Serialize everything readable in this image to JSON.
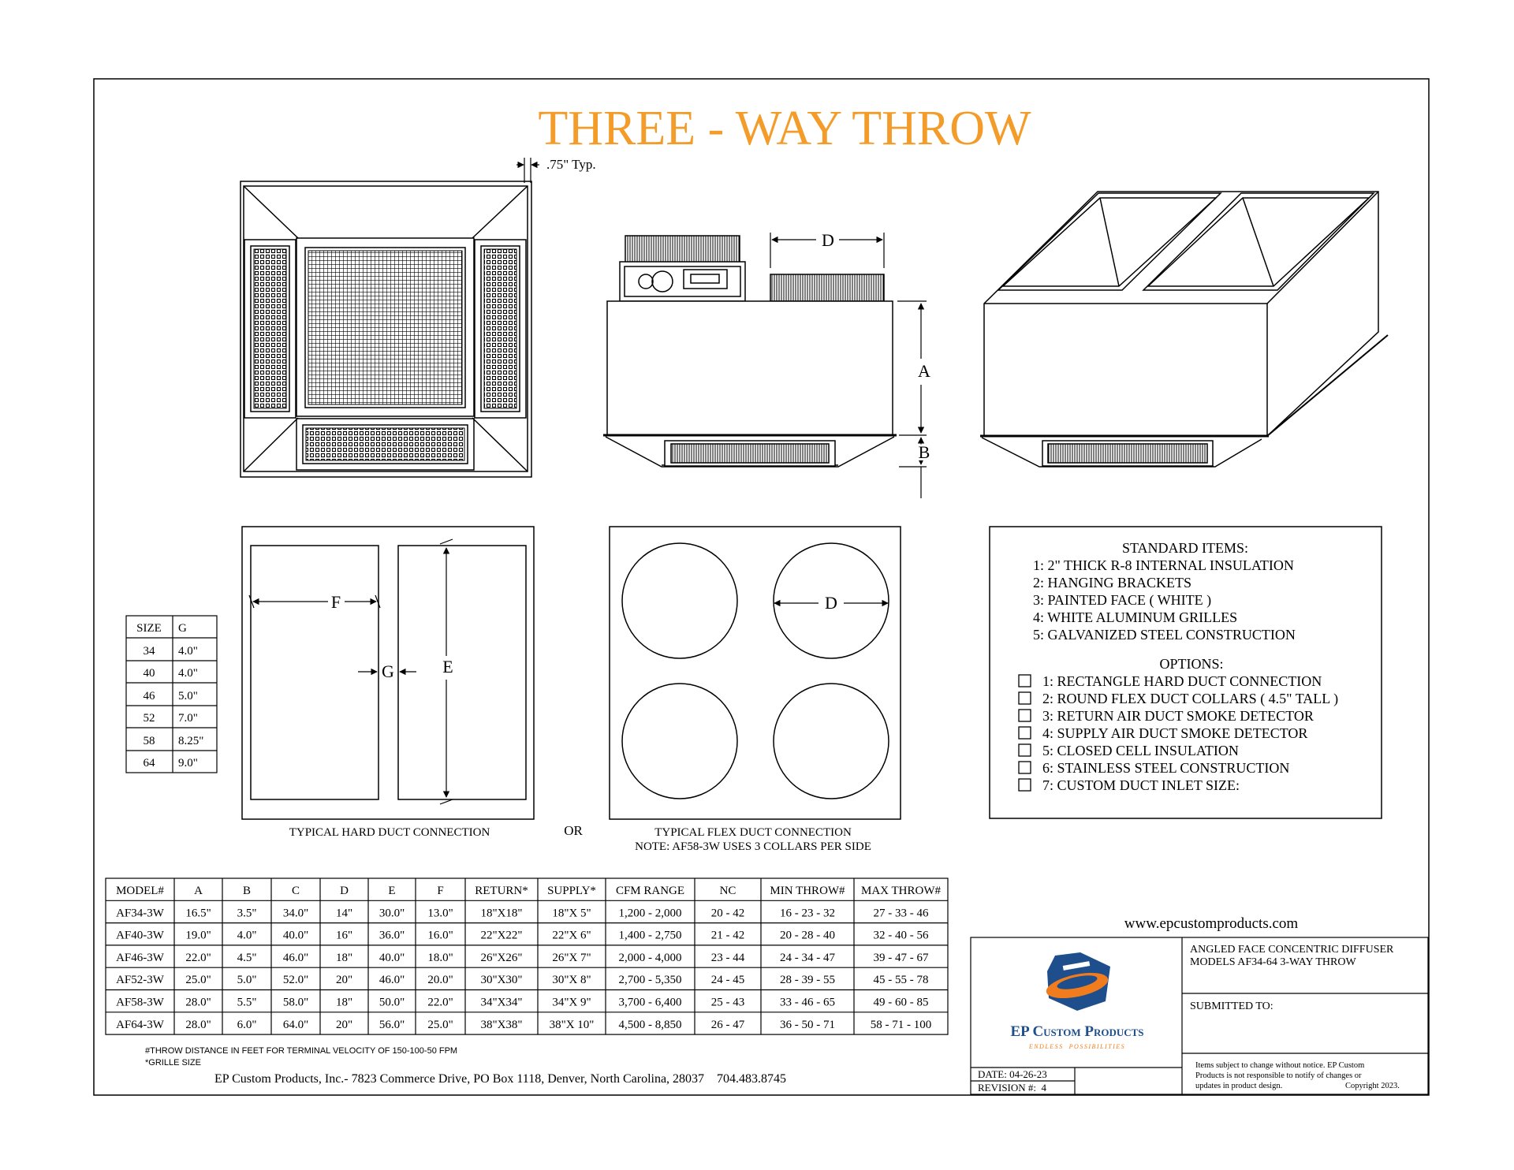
{
  "title": "THREE - WAY THROW",
  "typ_note": ".75\" Typ.",
  "dim_labels": {
    "a": "A",
    "b": "B",
    "d": "D",
    "e": "E",
    "f": "F",
    "g": "G"
  },
  "or_label": "OR",
  "hard_duct_caption": "TYPICAL HARD DUCT CONNECTION",
  "flex_duct_caption": "TYPICAL FLEX DUCT CONNECTION",
  "flex_duct_note": "NOTE: AF58-3W USES 3 COLLARS PER SIDE",
  "size_table": {
    "headers": [
      "SIZE",
      "G"
    ],
    "rows": [
      [
        "34",
        "4.0\""
      ],
      [
        "40",
        "4.0\""
      ],
      [
        "46",
        "5.0\""
      ],
      [
        "52",
        "7.0\""
      ],
      [
        "58",
        "8.25\""
      ],
      [
        "64",
        "9.0\""
      ]
    ]
  },
  "standard_items": {
    "title": "STANDARD ITEMS:",
    "items": [
      "1: 2\" THICK R-8 INTERNAL INSULATION",
      "2: HANGING BRACKETS",
      "3: PAINTED FACE ( WHITE )",
      "4: WHITE ALUMINUM GRILLES",
      "5: GALVANIZED STEEL CONSTRUCTION"
    ]
  },
  "options": {
    "title": "OPTIONS:",
    "items": [
      "1: RECTANGLE HARD DUCT CONNECTION",
      "2: ROUND FLEX DUCT COLLARS ( 4.5\" TALL )",
      "3: RETURN AIR DUCT SMOKE DETECTOR",
      "4: SUPPLY AIR DUCT SMOKE DETECTOR",
      "5: CLOSED CELL INSULATION",
      "6: STAINLESS STEEL CONSTRUCTION",
      "7: CUSTOM DUCT INLET SIZE:"
    ]
  },
  "model_table": {
    "headers": [
      "MODEL#",
      "A",
      "B",
      "C",
      "D",
      "E",
      "F",
      "RETURN*",
      "SUPPLY*",
      "CFM RANGE",
      "NC",
      "MIN THROW#",
      "MAX THROW#"
    ],
    "rows": [
      [
        "AF34-3W",
        "16.5\"",
        "3.5\"",
        "34.0\"",
        "14\"",
        "30.0\"",
        "13.0\"",
        "18\"X18\"",
        "18\"X 5\"",
        "1,200 - 2,000",
        "20 - 42",
        "16 - 23 - 32",
        "27 - 33 - 46"
      ],
      [
        "AF40-3W",
        "19.0\"",
        "4.0\"",
        "40.0\"",
        "16\"",
        "36.0\"",
        "16.0\"",
        "22\"X22\"",
        "22\"X 6\"",
        "1,400 - 2,750",
        "21 - 42",
        "20 - 28 - 40",
        "32 - 40 - 56"
      ],
      [
        "AF46-3W",
        "22.0\"",
        "4.5\"",
        "46.0\"",
        "18\"",
        "40.0\"",
        "18.0\"",
        "26\"X26\"",
        "26\"X 7\"",
        "2,000 - 4,000",
        "23 - 44",
        "24 - 34 - 47",
        "39 - 47 - 67"
      ],
      [
        "AF52-3W",
        "25.0\"",
        "5.0\"",
        "52.0\"",
        "20\"",
        "46.0\"",
        "20.0\"",
        "30\"X30\"",
        "30\"X 8\"",
        "2,700 - 5,350",
        "24 - 45",
        "28 - 39 - 55",
        "45 - 55 - 78"
      ],
      [
        "AF58-3W",
        "28.0\"",
        "5.5\"",
        "58.0\"",
        "18\"",
        "50.0\"",
        "22.0\"",
        "34\"X34\"",
        "34\"X 9\"",
        "3,700 - 6,400",
        "25 - 43",
        "33 - 46 - 65",
        "49 - 60 - 85"
      ],
      [
        "AF64-3W",
        "28.0\"",
        "6.0\"",
        "64.0\"",
        "20\"",
        "56.0\"",
        "25.0\"",
        "38\"X38\"",
        "38\"X 10\"",
        "4,500 - 8,850",
        "26 - 47",
        "36 - 50 - 71",
        "58 - 71 - 100"
      ]
    ]
  },
  "footnote1": "#THROW DISTANCE IN FEET FOR TERMINAL VELOCITY OF 150-100-50 FPM",
  "footnote2": "*GRILLE SIZE",
  "address": "EP Custom Products, Inc.- 7823 Commerce Drive, PO Box 1118, Denver, North Carolina, 28037    704.483.8745",
  "website": "www.epcustomproducts.com",
  "title_block": {
    "line1": "ANGLED FACE CONCENTRIC DIFFUSER",
    "line2": "MODELS  AF34-64 3-WAY THROW",
    "submitted": "SUBMITTED TO:",
    "date": "DATE: 04-26-23",
    "revision": "REVISION #:  4",
    "disclaimer1": "Items subject to change without notice. EP Custom",
    "disclaimer2": "Products is not responsible to notify of changes or",
    "disclaimer3a": "updates in product design.",
    "disclaimer3b": "Copyright 2023."
  },
  "logo": {
    "name": "EP Custom Products",
    "tagline": "ENDLESS  POSSIBILITIES"
  },
  "colors": {
    "title": "#f39c2a",
    "logo_blue": "#1f4e8c",
    "logo_orange": "#f07c1d"
  }
}
